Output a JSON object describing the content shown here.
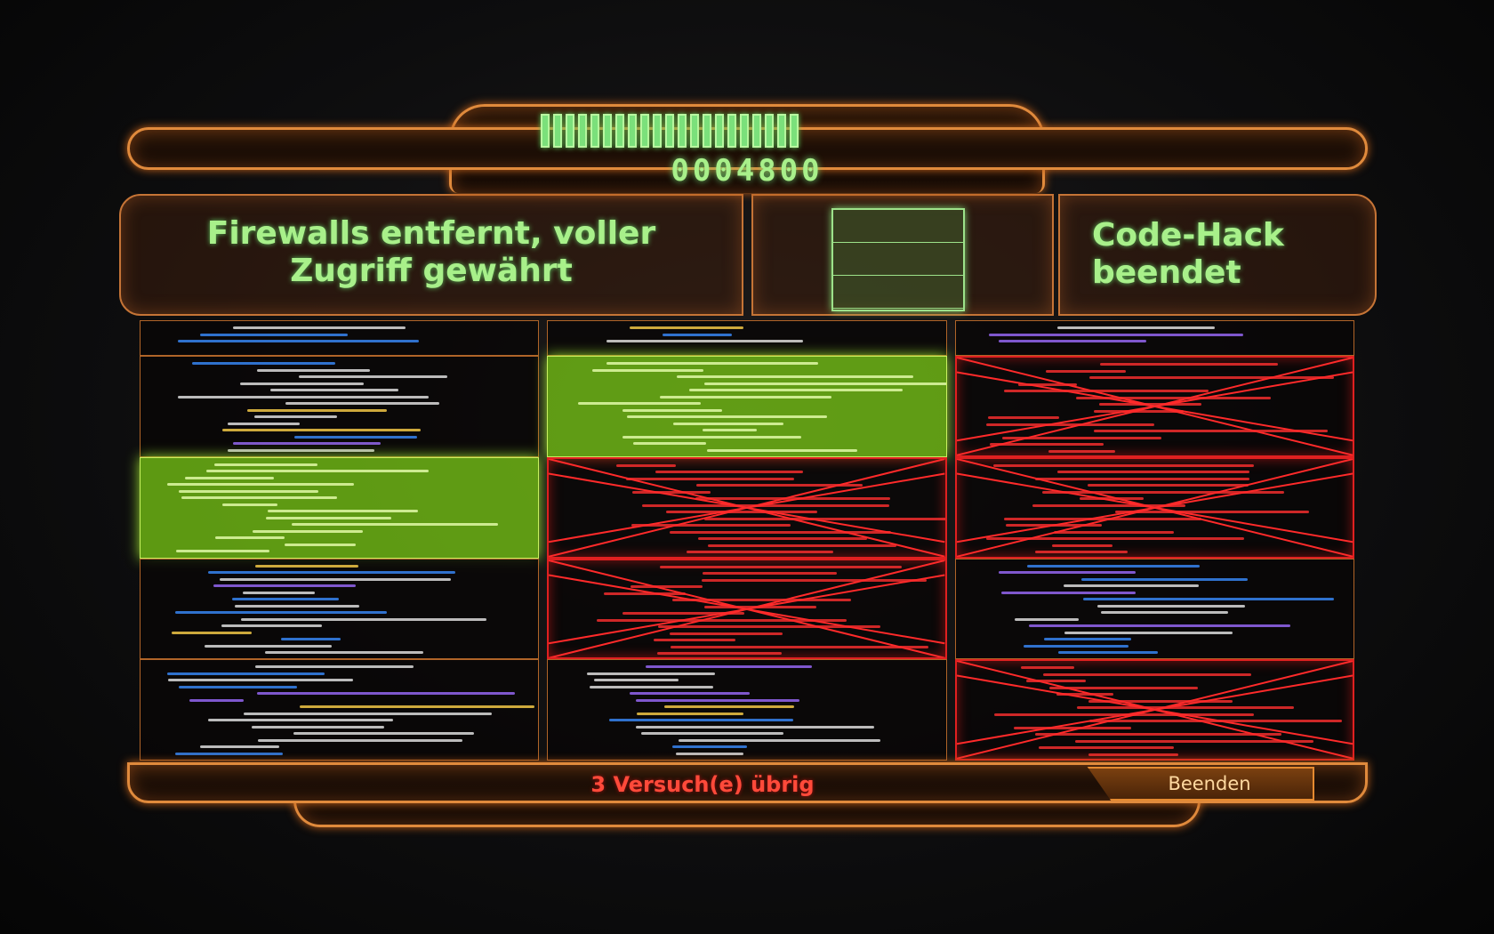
{
  "hack": {
    "progress_segments": 21,
    "score": "0004800",
    "status_message": "Firewalls entfernt, voller Zugriff gewährt",
    "result_title": "Code-Hack beendet",
    "attempts_left": "3 Versuch(e) übrig",
    "quit_label": "Beenden"
  },
  "grid": {
    "columns": 3,
    "rows": [
      [
        "normal",
        "normal",
        "normal"
      ],
      [
        "normal",
        "green",
        "red"
      ],
      [
        "green",
        "red",
        "red"
      ],
      [
        "normal",
        "red",
        "normal"
      ],
      [
        "normal",
        "normal",
        "red"
      ]
    ]
  },
  "colors": {
    "frame": "#e08a3c",
    "text_green": "#a8f08a",
    "alert_red": "#ff4a3a",
    "match_green": "#9be030",
    "fail_red": "#e02020"
  }
}
